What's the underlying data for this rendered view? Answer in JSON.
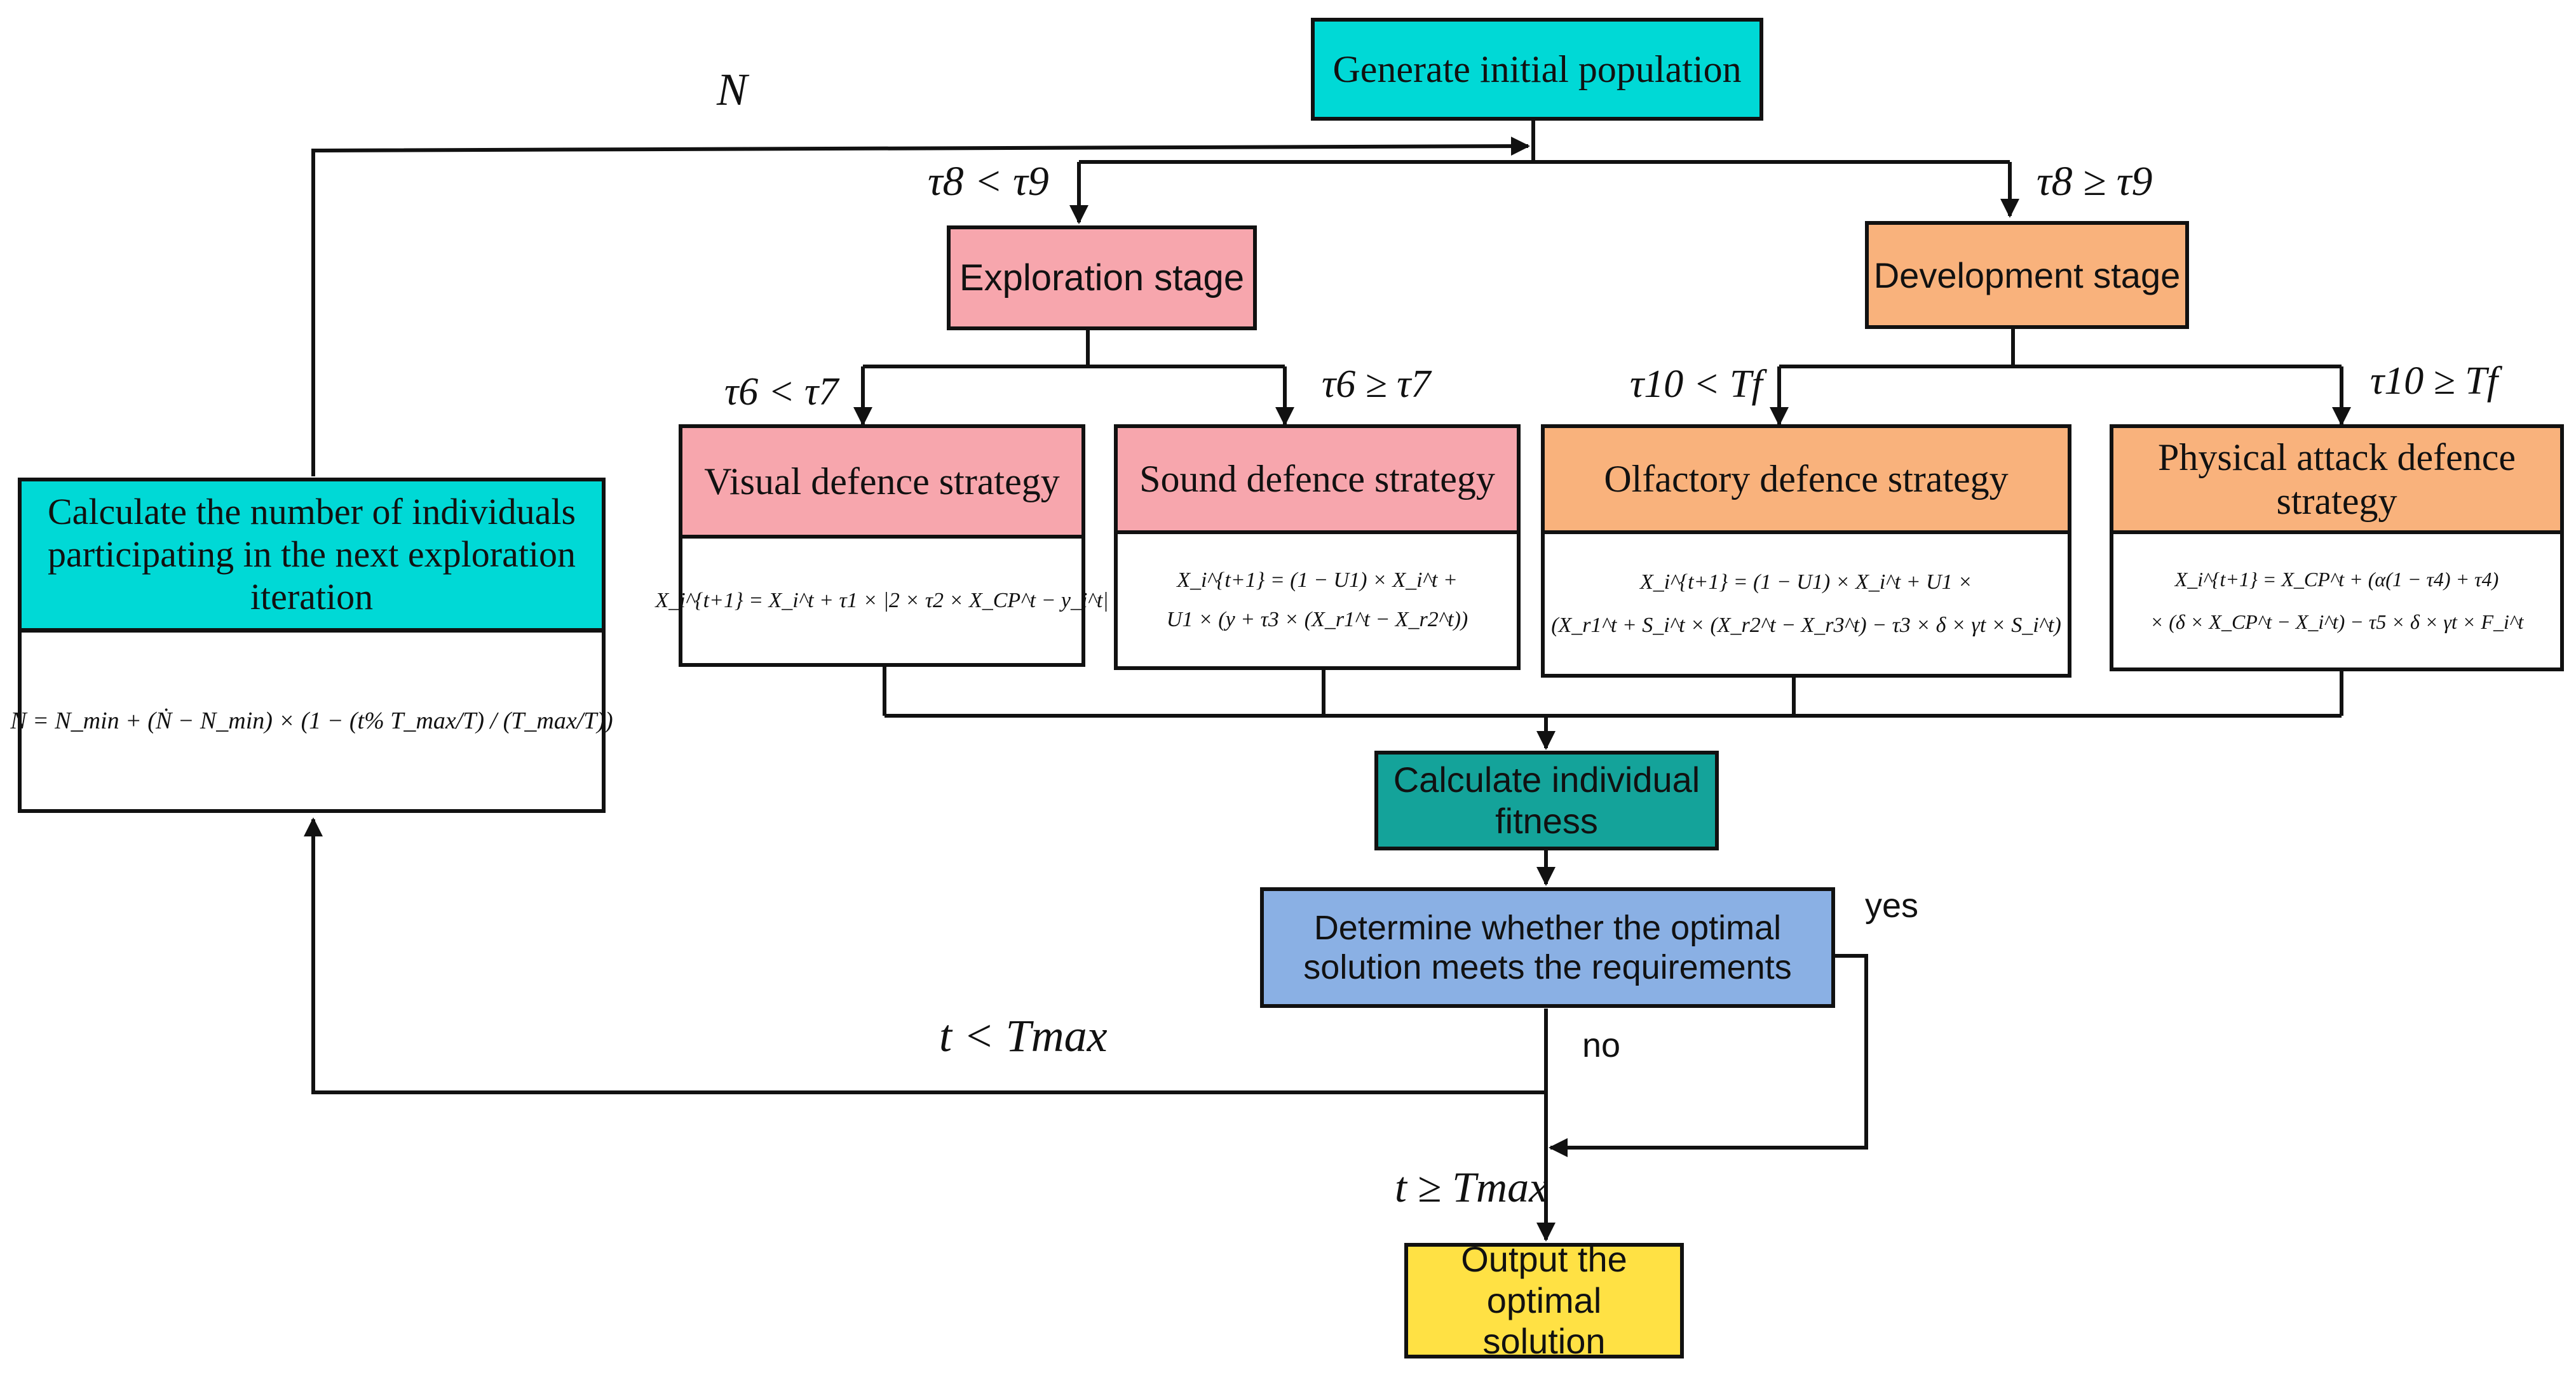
{
  "nodes": {
    "generate": "Generate initial population",
    "exploration": "Exploration stage",
    "development": "Development stage",
    "visual": "Visual defence strategy",
    "sound": "Sound defence strategy",
    "olfactory": "Olfactory defence strategy",
    "physical": "Physical attack defence strategy",
    "calc_n": "Calculate the number of individuals participating in the next exploration iteration",
    "fitness": "Calculate individual fitness",
    "determine": "Determine whether the optimal solution meets the requirements",
    "output": "Output the optimal solution"
  },
  "formulas": {
    "visual": "X_i^{t+1} = X_i^t + τ1 × |2 × τ2 × X_CP^t − y_i^t|",
    "sound_1": "X_i^{t+1} = (1 − U1) × X_i^t +",
    "sound_2": "U1 × (y + τ3 × (X_r1^t − X_r2^t))",
    "olfactory_1": "X_i^{t+1} = (1 − U1) × X_i^t + U1 ×",
    "olfactory_2": "(X_r1^t + S_i^t × (X_r2^t − X_r3^t) − τ3 × δ × γt × S_i^t)",
    "physical_1": "X_i^{t+1} = X_CP^t + (α(1 − τ4) + τ4)",
    "physical_2": "× (δ × X_CP^t − X_i^t) − τ5 × δ × γt × F_i^t",
    "calc_n": "N = N_min + (Ṅ − N_min) × (1 − (t% T_max/T) / (T_max/T))"
  },
  "edge_labels": {
    "n_feedback": "N",
    "tau8_lt_tau9": "τ8 < τ9",
    "tau8_ge_tau9": "τ8 ≥ τ9",
    "tau6_lt_tau7": "τ6 < τ7",
    "tau6_ge_tau7": "τ6 ≥ τ7",
    "tau10_lt_tf": "τ10 < Tf",
    "tau10_ge_tf": "τ10 ≥ Tf",
    "t_lt_tmax": "t < Tmax",
    "t_ge_tmax": "t ≥ Tmax",
    "yes": "yes",
    "no": "no"
  },
  "colors": {
    "cyan": "#00d9d6",
    "pink": "#f7a6ad",
    "orange": "#f9b27c",
    "teal": "#14a39a",
    "blue": "#8ab0e4",
    "yellow": "#ffe144",
    "line": "#111111"
  }
}
